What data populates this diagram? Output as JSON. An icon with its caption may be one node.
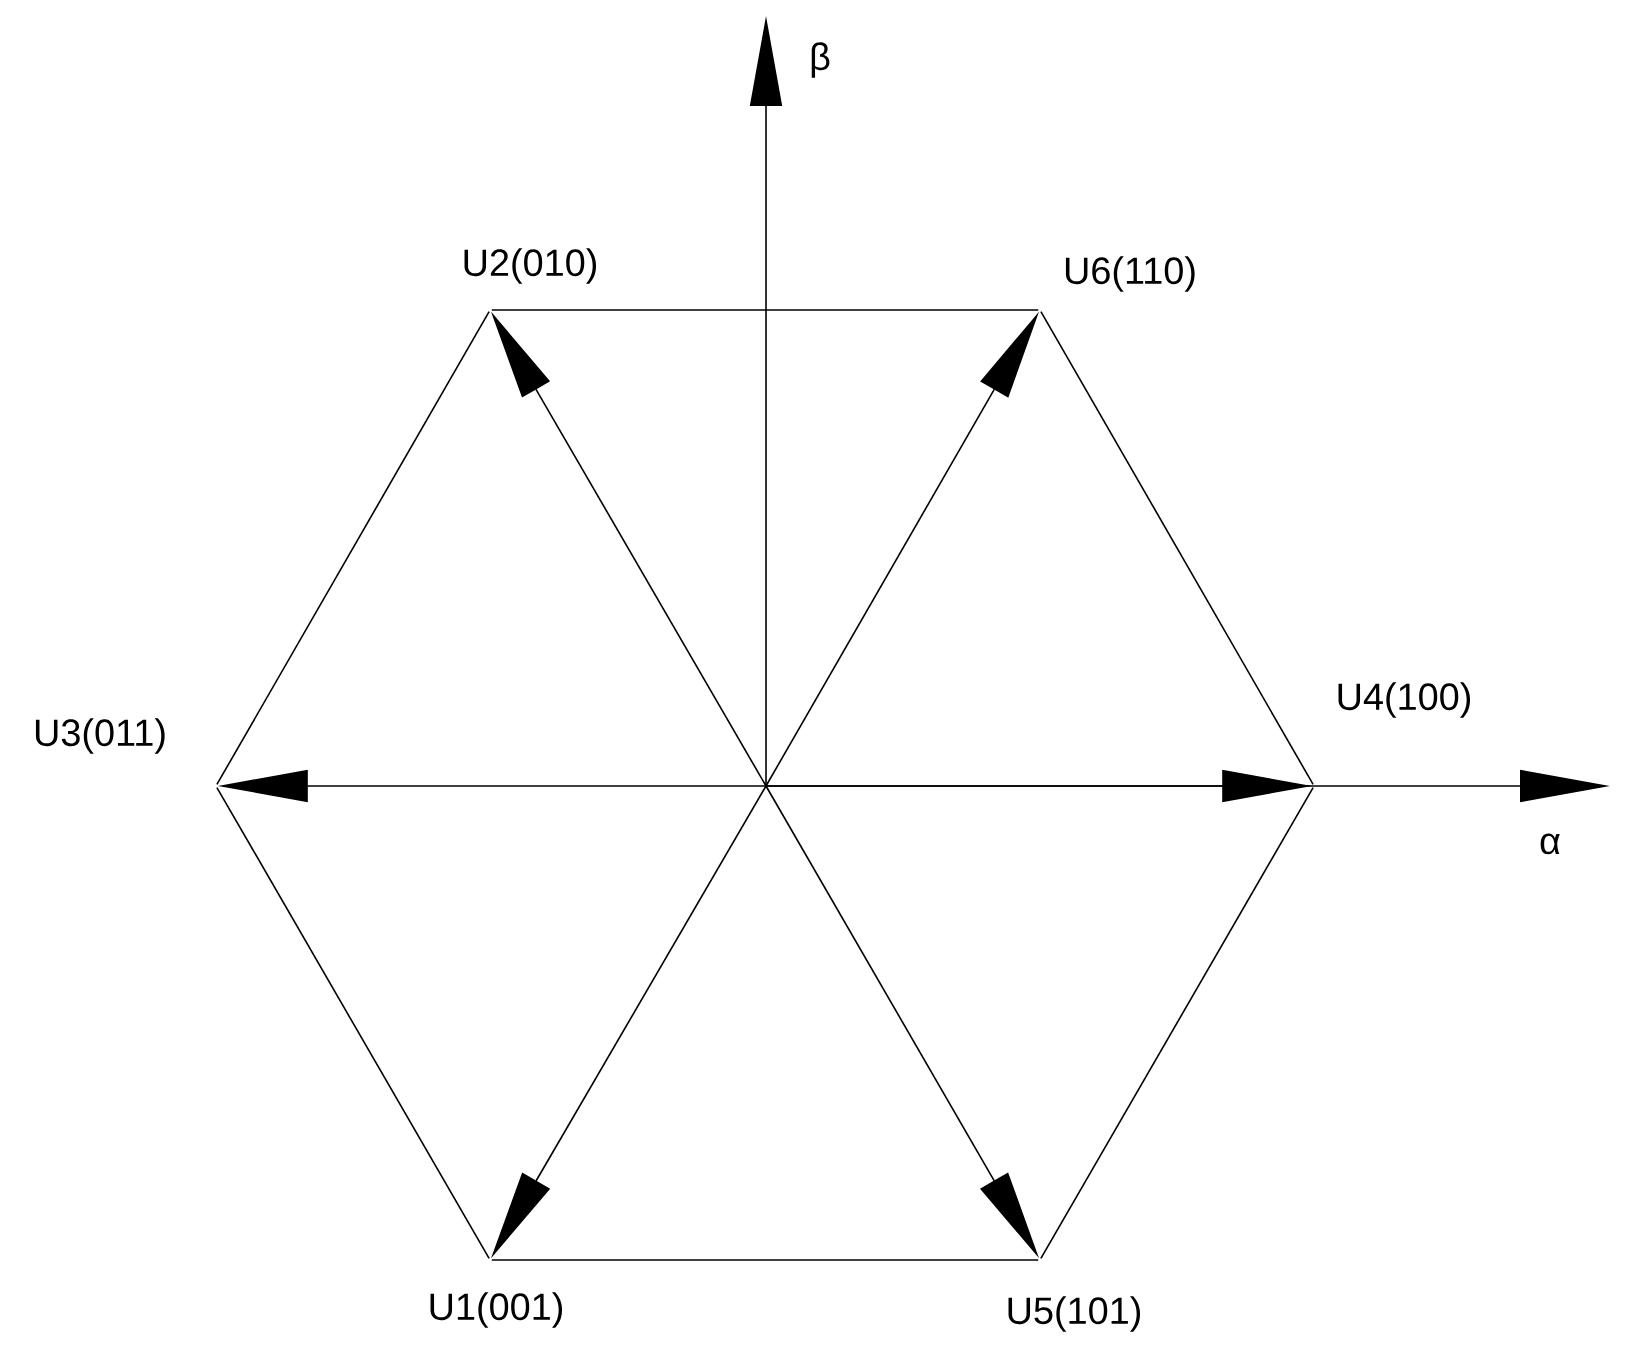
{
  "diagram": {
    "nodes": [
      {
        "text": [
          "U2(010)"
        ]
      },
      {
        "text": [
          "U6(110)"
        ]
      },
      {
        "text": [
          "U3(011)"
        ]
      },
      {
        "text": [
          "U4(100)"
        ]
      },
      {
        "text": [
          "U1(001)"
        ]
      },
      {
        "text": [
          "U5(101)"
        ]
      }
    ],
    "edges": [
      {
        "from": null,
        "to": 0,
        "arrow": "to"
      },
      {
        "from": null,
        "to": 1,
        "arrow": "to"
      },
      {
        "from": null,
        "to": 2,
        "arrow": "to"
      },
      {
        "from": null,
        "to": 3,
        "arrow": "to"
      },
      {
        "from": null,
        "to": 4,
        "arrow": "to"
      },
      {
        "from": null,
        "to": 5,
        "arrow": "to"
      },
      {
        "from": 0,
        "to": 1,
        "arrow": "none"
      },
      {
        "from": 1,
        "to": 3,
        "arrow": "none"
      },
      {
        "from": 3,
        "to": 5,
        "arrow": "none"
      },
      {
        "from": 5,
        "to": 4,
        "arrow": "none"
      },
      {
        "from": 4,
        "to": 2,
        "arrow": "none"
      },
      {
        "from": 2,
        "to": 0,
        "arrow": "none"
      }
    ],
    "labels": [
      "β",
      "α"
    ]
  }
}
